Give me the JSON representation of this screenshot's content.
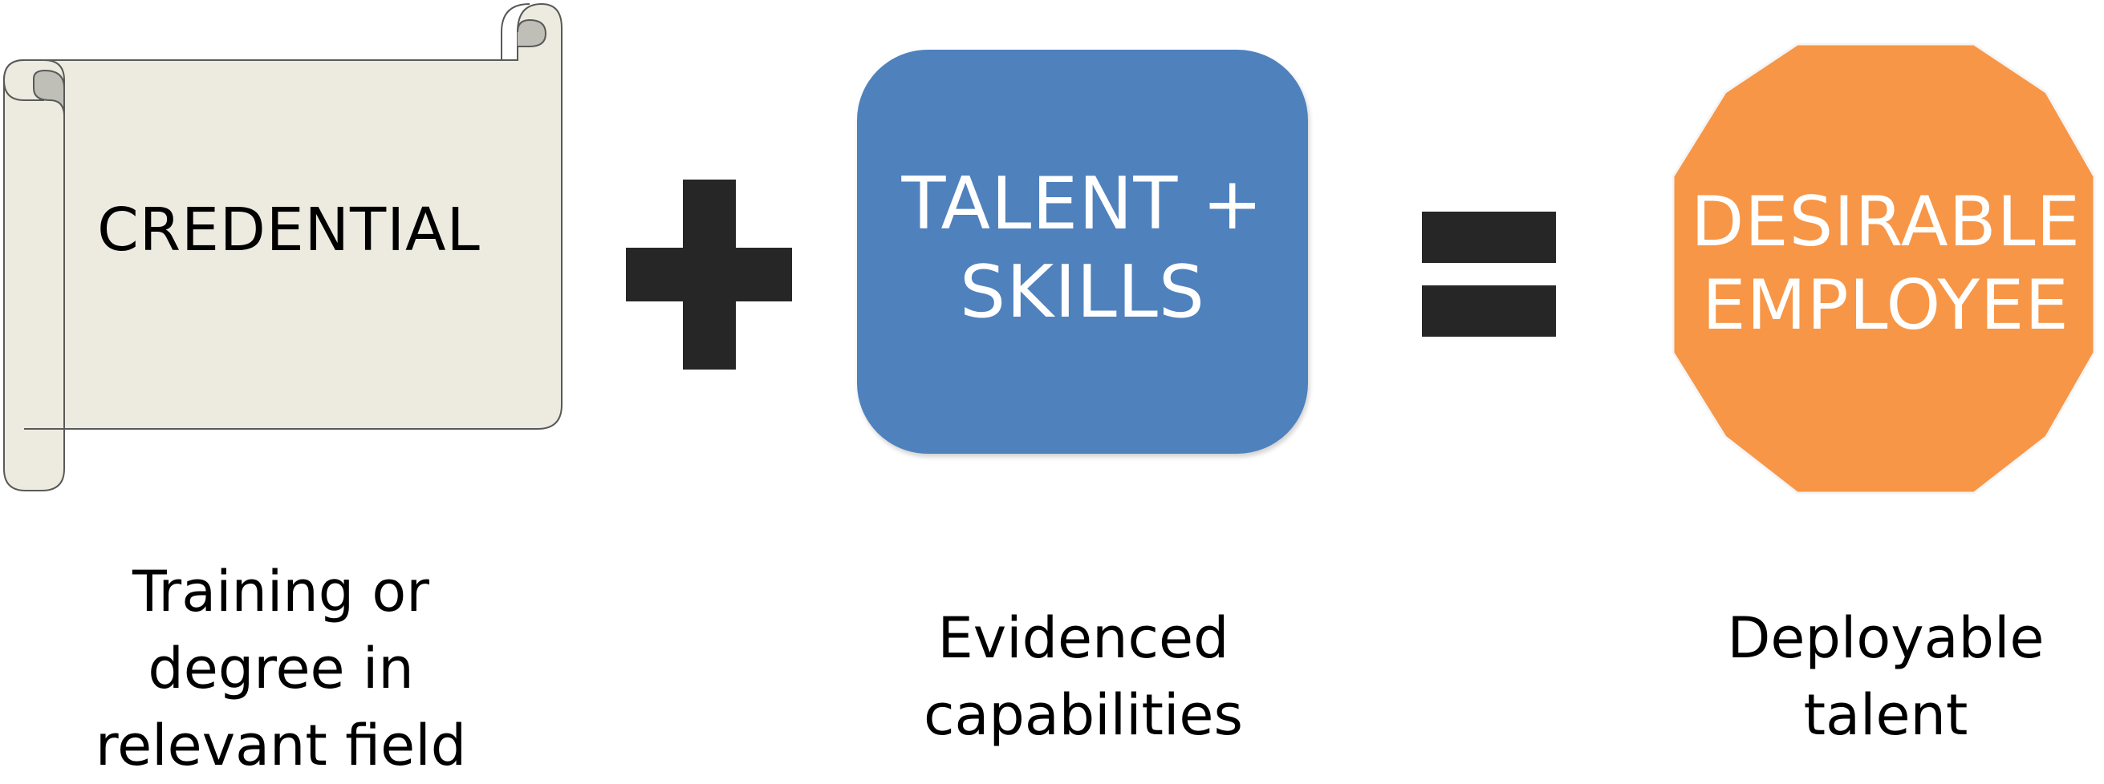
{
  "diagram": {
    "credential": {
      "label": "CREDENTIAL",
      "caption_lines": [
        "Training or",
        "degree in",
        "relevant field"
      ],
      "fill": "#edebe0",
      "curl_fill": "#bfbfb8",
      "stroke": "#595959"
    },
    "operator_plus": {
      "symbol": "+",
      "color": "#262626"
    },
    "talent": {
      "label_lines": [
        "TALENT +",
        "SKILLS"
      ],
      "caption_lines": [
        "Evidenced",
        "capabilities"
      ],
      "fill": "#4f81bd",
      "text_color": "#ffffff"
    },
    "operator_equals": {
      "symbol": "=",
      "color": "#262626"
    },
    "employee": {
      "label_lines": [
        "DESIRABLE",
        "EMPLOYEE"
      ],
      "caption_lines": [
        "Deployable",
        "talent"
      ],
      "fill": "#f79646",
      "text_color": "#ffffff"
    }
  }
}
